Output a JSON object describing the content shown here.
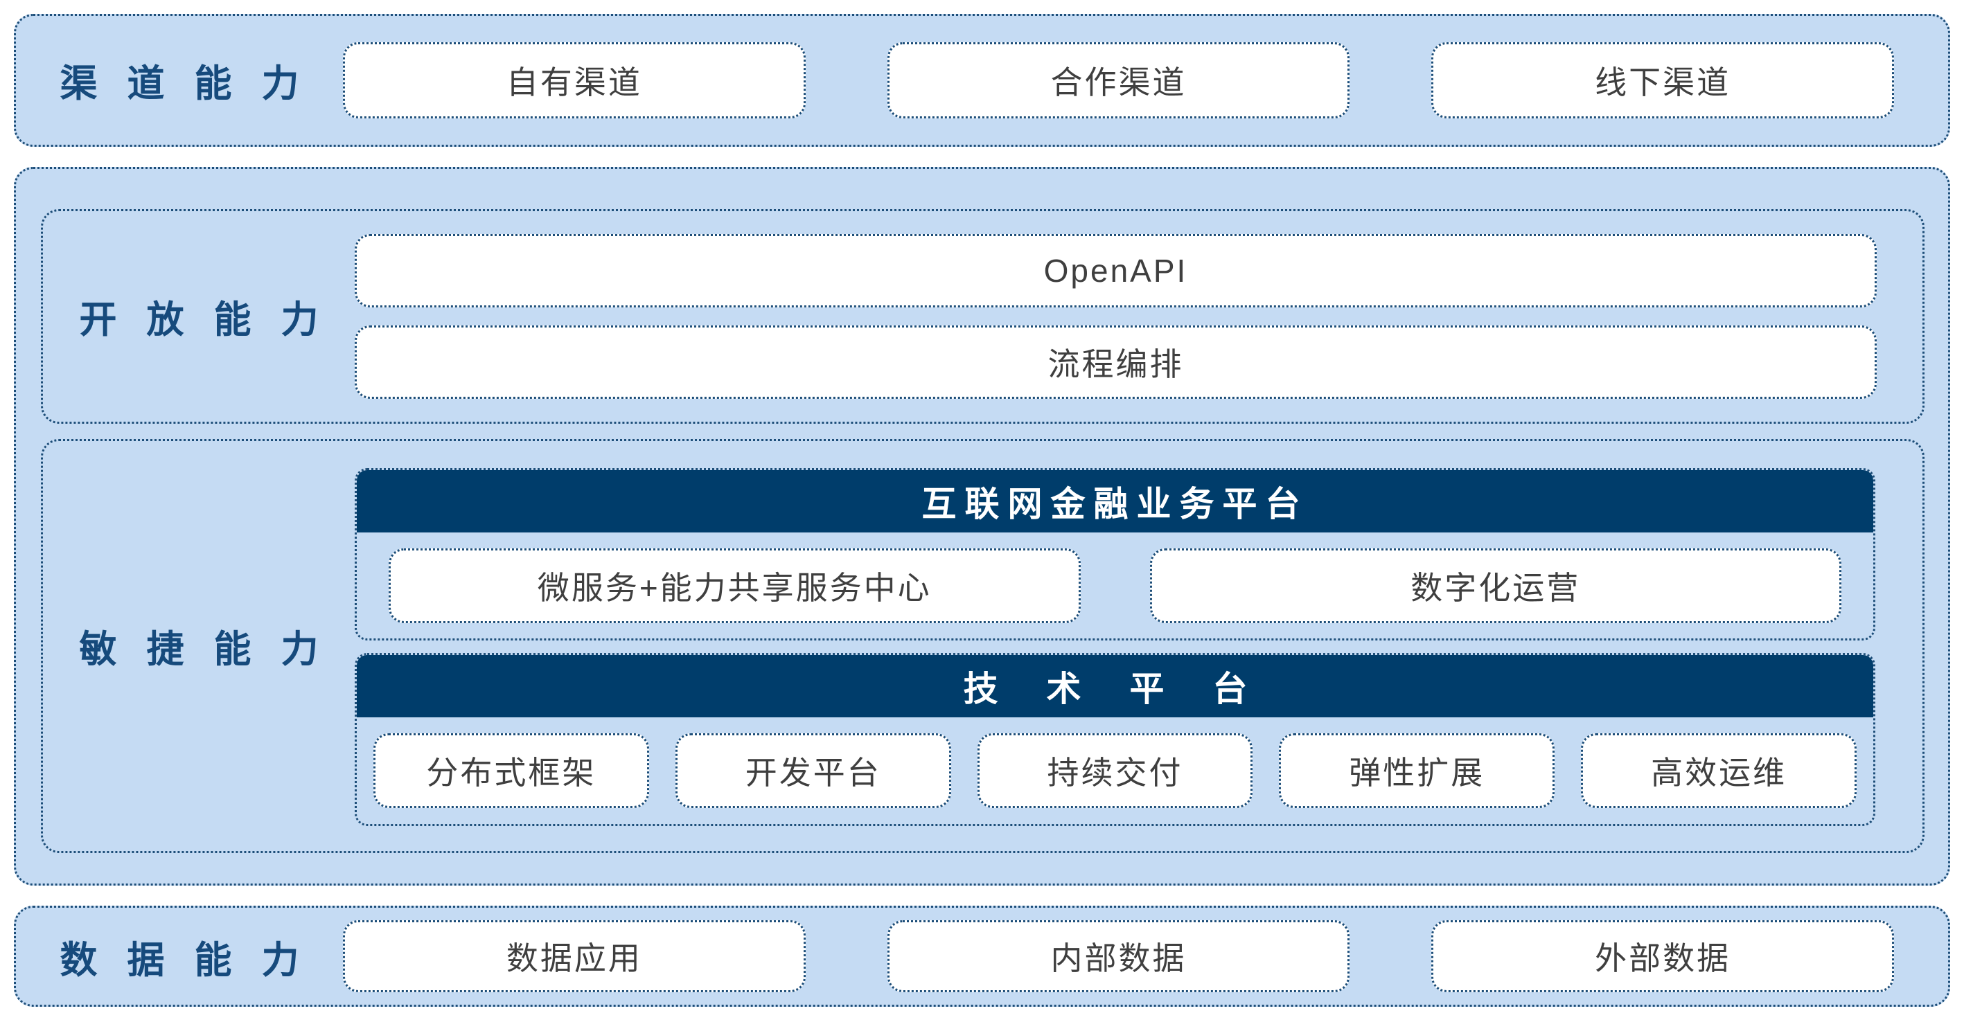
{
  "palette": {
    "light_blue": "#c5dbf3",
    "navy": "#003d6b",
    "border_navy": "#1d4e79",
    "label_navy": "#164a7c",
    "box_text": "#3f3f3f"
  },
  "channel": {
    "label": "渠 道 能 力",
    "items": [
      "自有渠道",
      "合作渠道",
      "线下渠道"
    ]
  },
  "open": {
    "label": "开 放 能 力",
    "items": [
      "OpenAPI",
      "流程编排"
    ]
  },
  "agile": {
    "label": "敏 捷 能 力",
    "groups": [
      {
        "header": "互联网金融业务平台",
        "items": [
          "微服务+能力共享服务中心",
          "数字化运营"
        ]
      },
      {
        "header": "技 术 平 台",
        "items": [
          "分布式框架",
          "开发平台",
          "持续交付",
          "弹性扩展",
          "高效运维"
        ]
      }
    ]
  },
  "data_row": {
    "label": "数 据 能 力",
    "items": [
      "数据应用",
      "内部数据",
      "外部数据"
    ]
  }
}
